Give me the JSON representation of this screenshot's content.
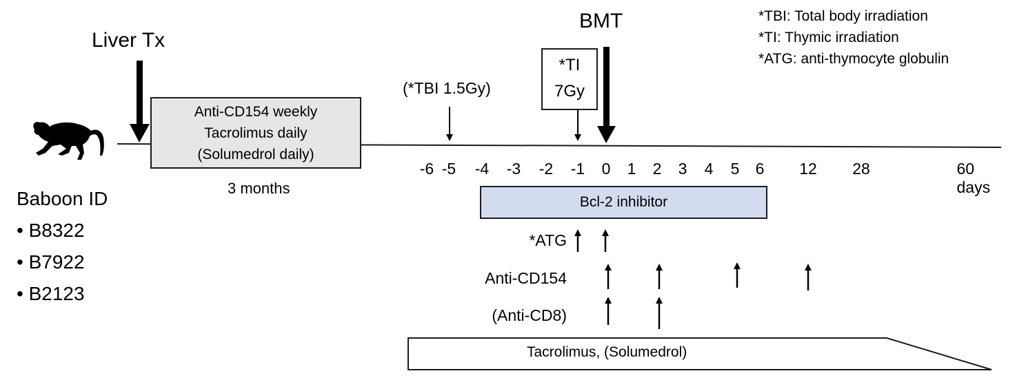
{
  "title_liver": "Liver Tx",
  "title_bmt": "BMT",
  "legend": [
    "*TBI: Total body irradiation",
    "*TI: Thymic irradiation",
    "*ATG: anti-thymocyte globulin"
  ],
  "pre_box": {
    "lines": [
      "Anti-CD154 weekly",
      "Tacrolimus daily",
      "(Solumedrol daily)"
    ],
    "duration": "3 months"
  },
  "tbi_label": "(*TBI 1.5Gy)",
  "ti_box": [
    "*TI",
    "7Gy"
  ],
  "baboon": {
    "heading": "Baboon ID",
    "ids": [
      "B8322",
      "B7922",
      "B2123"
    ]
  },
  "axis": {
    "ticks": [
      "-6",
      "-5",
      "-4",
      "-3",
      "-2",
      "-1",
      "0",
      "1",
      "2",
      "3",
      "4",
      "5",
      "6",
      "12",
      "28",
      "60 days"
    ]
  },
  "bcl2_label": "Bcl-2 inhibitor",
  "rows": {
    "atg": "*ATG",
    "cd154": "Anti-CD154",
    "cd8": "(Anti-CD8)"
  },
  "schedule": {
    "atg_days": [
      "-1",
      "0"
    ],
    "cd154_days": [
      "0",
      "2",
      "5",
      "12"
    ],
    "cd8_days": [
      "0",
      "2"
    ]
  },
  "tacro_label": "Tacrolimus, (Solumedrol)",
  "colors": {
    "pre_box_fill": "#e6e6e6",
    "bcl2_fill": "#d3dcee",
    "line": "#1a1a1a"
  },
  "icons": {
    "animal": "monkey-silhouette-icon"
  }
}
